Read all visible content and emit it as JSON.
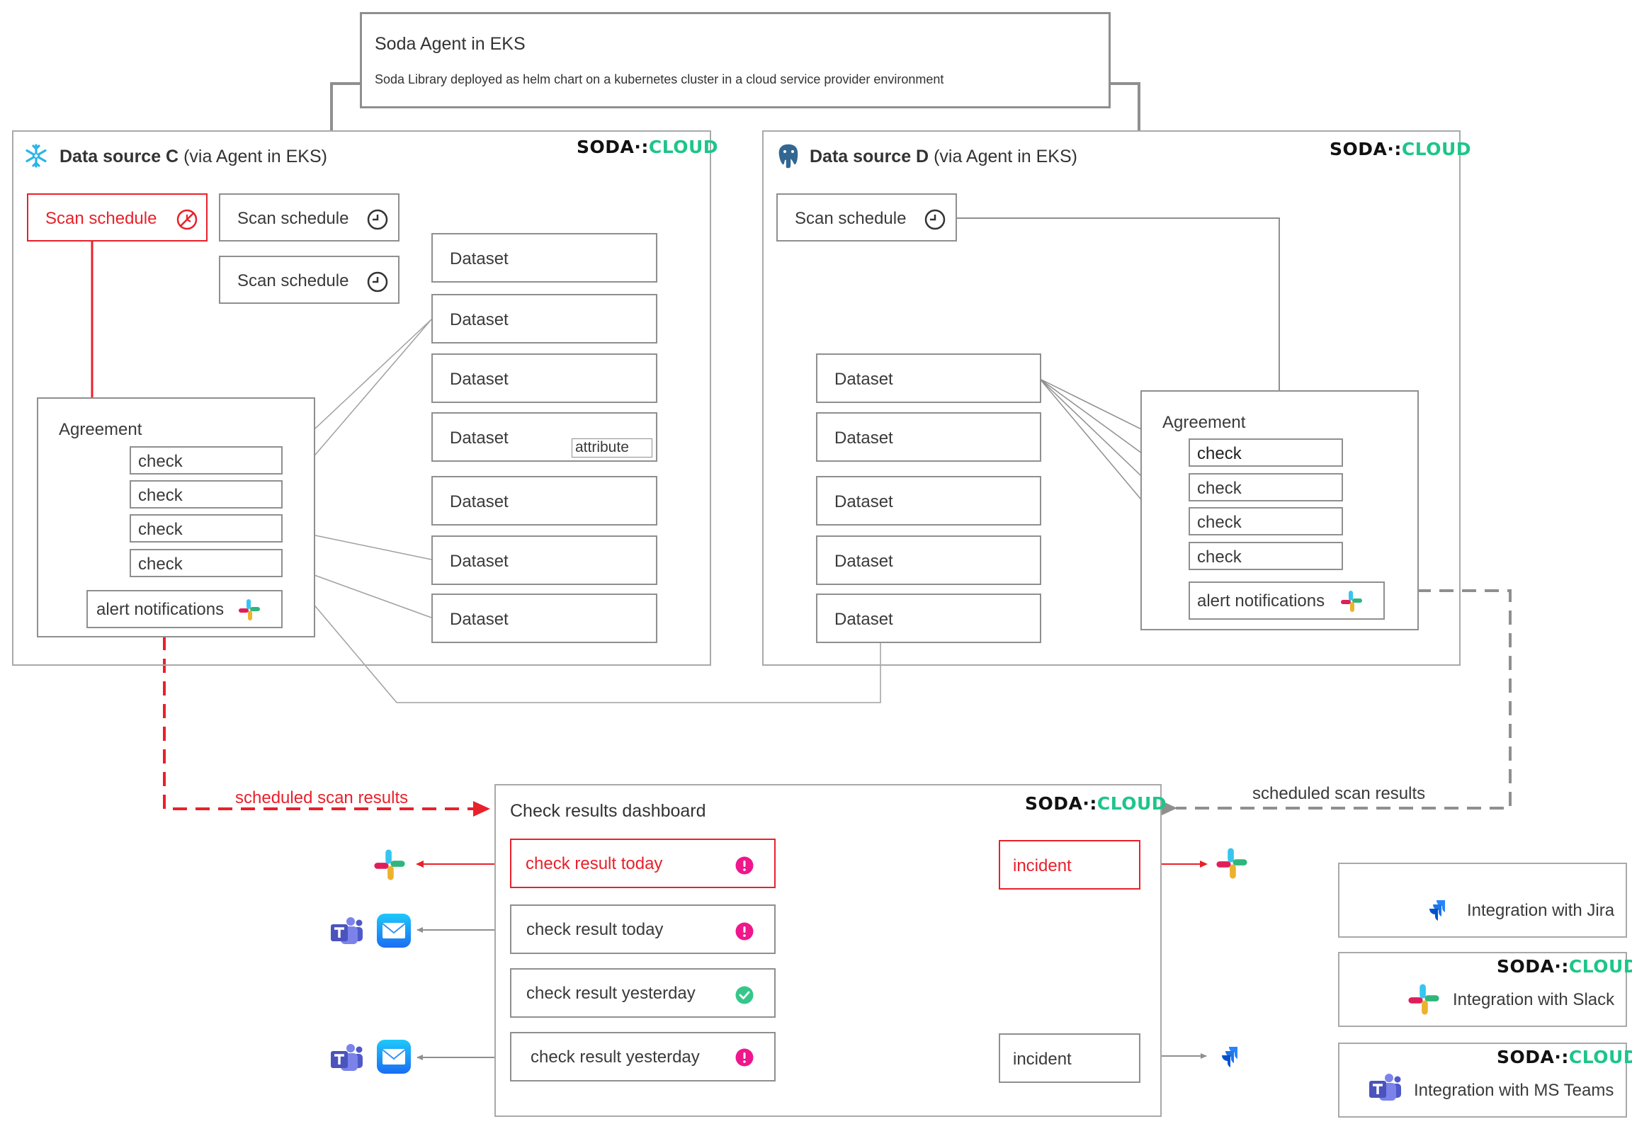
{
  "agent": {
    "title": "Soda Agent in EKS",
    "description": "Soda Library deployed as helm chart on a kubernetes cluster in a cloud service provider environment"
  },
  "brand": {
    "soda": "SODA",
    "mark": "·:",
    "cloud": "CLOUD"
  },
  "colors": {
    "alert": "#e8212b",
    "brand_green": "#1dc58a",
    "border": "#8f8f8f",
    "warn": "#f0168c",
    "ok": "#35c78a"
  },
  "datasource_c": {
    "name": "Data source C",
    "suffix": " (via Agent in EKS)",
    "icon": "snowflake-icon",
    "scan_schedules": [
      "Scan schedule",
      "Scan schedule",
      "Scan schedule"
    ],
    "datasets": [
      "Dataset",
      "Dataset",
      "Dataset",
      "Dataset",
      "Dataset",
      "Dataset",
      "Dataset"
    ],
    "dataset_attribute": "attribute",
    "agreement": {
      "title": "Agreement",
      "checks": [
        "check",
        "check",
        "check",
        "check"
      ],
      "alert": "alert notifications"
    }
  },
  "datasource_d": {
    "name": "Data source D",
    "suffix": " (via Agent in EKS)",
    "icon": "postgresql-icon",
    "scan_schedule": "Scan schedule",
    "datasets": [
      "Dataset",
      "Dataset",
      "Dataset",
      "Dataset",
      "Dataset"
    ],
    "agreement": {
      "title": "Agreement",
      "checks": [
        "check",
        "check",
        "check",
        "check"
      ],
      "alert": "alert notifications"
    }
  },
  "flows": {
    "left_label": "scheduled scan results",
    "right_label": "scheduled scan results"
  },
  "dashboard": {
    "title": "Check results dashboard",
    "results": [
      {
        "label": "check result today",
        "status": "warning"
      },
      {
        "label": "check result today",
        "status": "warning"
      },
      {
        "label": "check result yesterday",
        "status": "ok"
      },
      {
        "label": "check result yesterday",
        "status": "warning"
      }
    ],
    "incidents": [
      "incident",
      "incident"
    ]
  },
  "integrations": [
    {
      "label": "Integration with Jira",
      "icon": "jira-icon"
    },
    {
      "label": "Integration with Slack",
      "icon": "slack-icon"
    },
    {
      "label": "Integration with MS Teams",
      "icon": "teams-icon"
    }
  ]
}
